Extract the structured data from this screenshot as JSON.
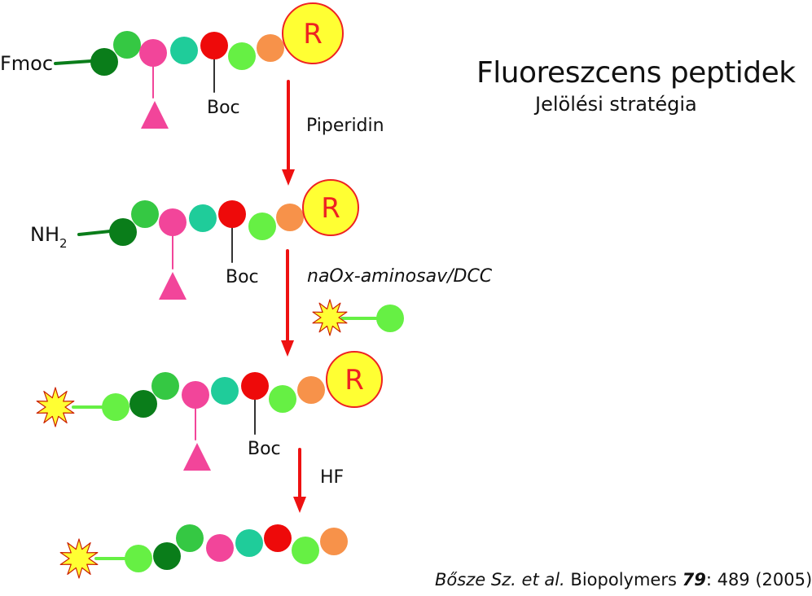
{
  "labels": {
    "title": "Fluoreszcens peptidek",
    "subtitle": "Jelölési stratégia",
    "fmoc": "Fmoc",
    "nh": "NH",
    "nh_sub": "2",
    "boc": "Boc",
    "piperidin": "Piperidin",
    "reagent": "naOx-aminosav/DCC",
    "hf": "HF",
    "resin": "R"
  },
  "reference": {
    "authors": "Bősze Sz. et al.",
    "journal": "Biopolymers",
    "volume": "79",
    "pages": ": 489 (2005)"
  },
  "colors": {
    "dark_green": "#0a7d1a",
    "green": "#35c843",
    "pink": "#f2459a",
    "teal": "#1fcc9a",
    "red": "#ee0a0a",
    "light_green": "#66f044",
    "orange": "#f7924a",
    "resin_fill": "#ffff33",
    "resin_stroke": "#ee2222",
    "arrow": "#ee1111",
    "star_fill": "#ffff33",
    "star_stroke": "#cc2200"
  }
}
